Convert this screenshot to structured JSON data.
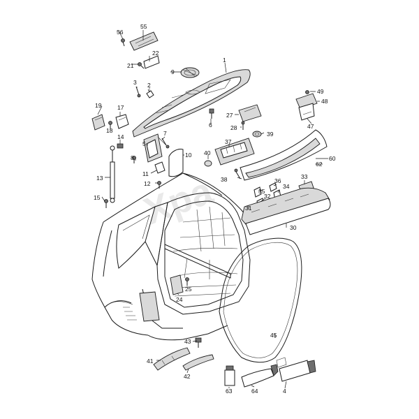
{
  "watermark": "Xpa",
  "labels": [
    {
      "id": "55",
      "text": "55"
    },
    {
      "id": "56",
      "text": "56"
    },
    {
      "id": "22",
      "text": "22"
    },
    {
      "id": "21",
      "text": "21"
    },
    {
      "id": "9",
      "text": "9"
    },
    {
      "id": "1",
      "text": "1"
    },
    {
      "id": "3",
      "text": "3"
    },
    {
      "id": "2",
      "text": "2"
    },
    {
      "id": "19",
      "text": "19"
    },
    {
      "id": "17",
      "text": "17"
    },
    {
      "id": "18",
      "text": "18"
    },
    {
      "id": "6",
      "text": "6"
    },
    {
      "id": "14",
      "text": "14"
    },
    {
      "id": "7",
      "text": "7"
    },
    {
      "id": "5",
      "text": "5"
    },
    {
      "id": "8",
      "text": "8"
    },
    {
      "id": "10",
      "text": "10"
    },
    {
      "id": "11",
      "text": "11"
    },
    {
      "id": "12",
      "text": "12"
    },
    {
      "id": "13",
      "text": "13"
    },
    {
      "id": "15",
      "text": "15"
    },
    {
      "id": "27",
      "text": "27"
    },
    {
      "id": "28",
      "text": "28"
    },
    {
      "id": "39",
      "text": "39"
    },
    {
      "id": "49",
      "text": "49"
    },
    {
      "id": "48",
      "text": "48"
    },
    {
      "id": "47",
      "text": "47"
    },
    {
      "id": "40",
      "text": "40"
    },
    {
      "id": "37",
      "text": "37"
    },
    {
      "id": "60",
      "text": "60"
    },
    {
      "id": "62",
      "text": "62"
    },
    {
      "id": "33",
      "text": "33"
    },
    {
      "id": "38",
      "text": "38"
    },
    {
      "id": "36",
      "text": "36"
    },
    {
      "id": "35",
      "text": "35"
    },
    {
      "id": "34",
      "text": "34"
    },
    {
      "id": "32",
      "text": "32"
    },
    {
      "id": "31",
      "text": "31"
    },
    {
      "id": "30",
      "text": "30"
    },
    {
      "id": "24",
      "text": "24"
    },
    {
      "id": "25",
      "text": "25"
    },
    {
      "id": "45",
      "text": "45"
    },
    {
      "id": "43",
      "text": "43"
    },
    {
      "id": "41",
      "text": "41"
    },
    {
      "id": "42",
      "text": "42"
    },
    {
      "id": "63",
      "text": "63"
    },
    {
      "id": "64",
      "text": "64"
    },
    {
      "id": "4",
      "text": "4"
    }
  ]
}
